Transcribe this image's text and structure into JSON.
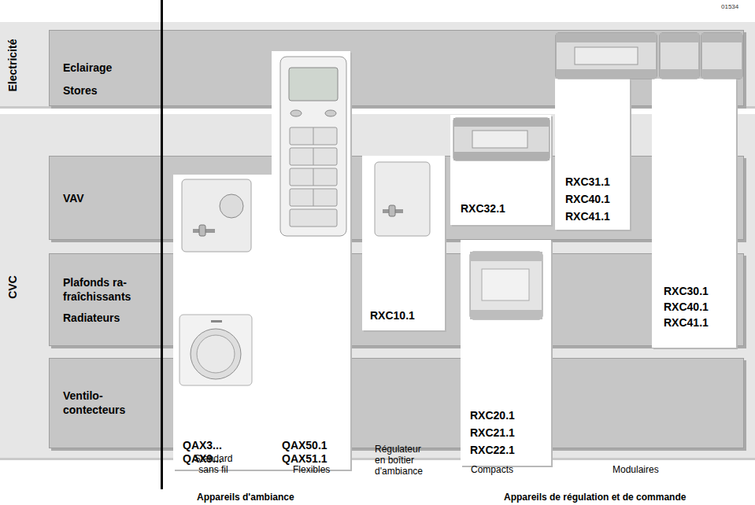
{
  "diagram": {
    "nodes": [
      {
        "text": [
          "Electricité"
        ]
      },
      {
        "text": [
          "Eclairage",
          "Stores"
        ],
        "in": 0
      },
      {
        "text": [
          "CVC"
        ]
      },
      {
        "text": [
          "VAV"
        ],
        "in": 2
      },
      {
        "text": [
          "Plafonds ra- fraîchissants",
          "Radiateurs"
        ],
        "in": 2
      },
      {
        "text": [
          "Ventilo- contecteurs"
        ],
        "in": 2
      },
      {
        "text": [
          "QAX3... QAX9..."
        ]
      },
      {
        "text": [
          "QAX50.1 QAX51.1"
        ]
      },
      {
        "text": [
          "RXC10.1"
        ]
      },
      {
        "text": [
          "RXC32.1"
        ]
      },
      {
        "text": [
          "RXC31.1 RXC40.1 RXC41.1"
        ]
      },
      {
        "text": [
          "RXC30.1 RXC40.1 RXC41.1"
        ]
      },
      {
        "text": [
          "RXC20.1 RXC21.1 RXC22.1"
        ]
      }
    ],
    "labels": [
      "01534",
      "Standard sans fil",
      "Flexibles",
      "Régulateur en boîtier d'ambiance",
      "Compacts",
      "Modulaires",
      "Appareils d'ambiance",
      "Appareils de régulation et de commande"
    ]
  }
}
